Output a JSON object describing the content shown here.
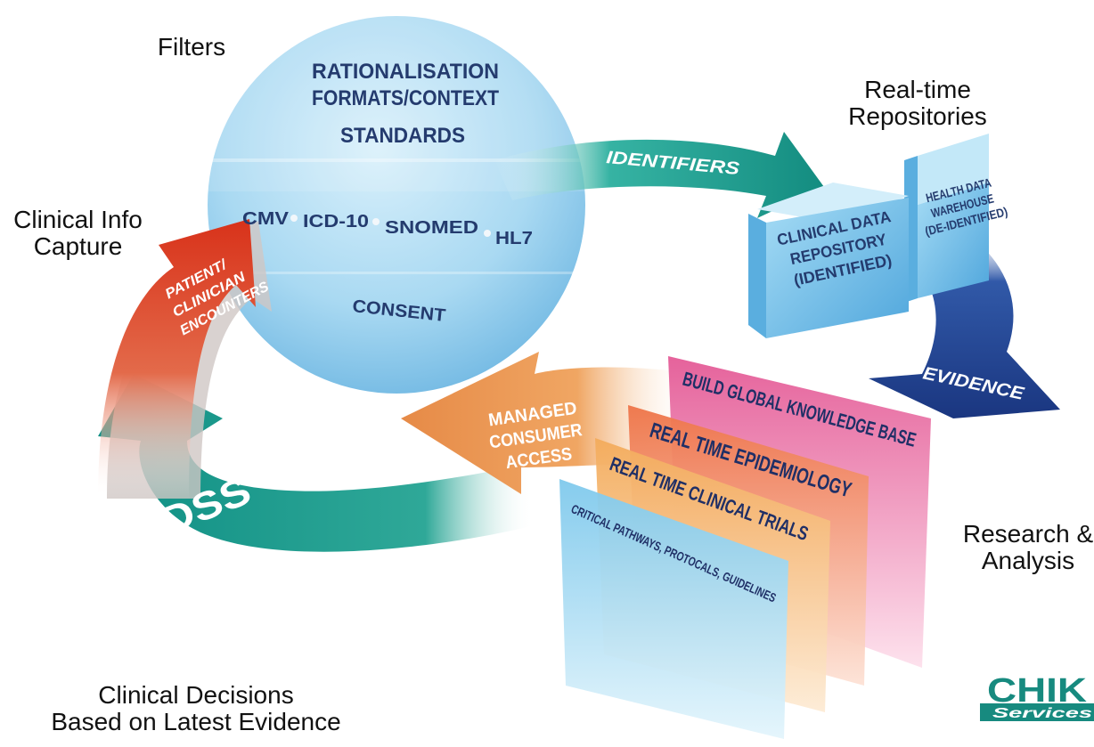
{
  "labels": {
    "filters": "Filters",
    "realtime_repos_line1": "Real-time",
    "realtime_repos_line2": "Repositories",
    "clinical_info_line1": "Clinical Info",
    "clinical_info_line2": "Capture",
    "research_line1": "Research &",
    "research_line2": "Analysis",
    "decisions_line1": "Clinical Decisions",
    "decisions_line2": "Based on Latest Evidence"
  },
  "circle": {
    "line1": "RATIONALISATION",
    "line2": "FORMATS/CONTEXT",
    "line3": "STANDARDS",
    "standards": [
      "CMV",
      "ICD-10",
      "SNOMED",
      "HL7"
    ],
    "consent": "CONSENT"
  },
  "arrows": {
    "identifiers": "IDENTIFIERS",
    "evidence": "EVIDENCE",
    "cdss": "CDSS",
    "encounters_line1": "PATIENT/",
    "encounters_line2": "CLINICIAN",
    "encounters_line3": "ENCOUNTERS",
    "consumer_line1": "MANAGED",
    "consumer_line2": "CONSUMER",
    "consumer_line3": "ACCESS"
  },
  "repositories": {
    "clinical_line1": "CLINICAL DATA",
    "clinical_line2": "REPOSITORY",
    "clinical_line3": "(IDENTIFIED)",
    "warehouse_line1": "HEALTH DATA",
    "warehouse_line2": "WAREHOUSE",
    "warehouse_line3": "(DE-IDENTIFIED)"
  },
  "panels": [
    "BUILD GLOBAL KNOWLEDGE BASE",
    "REAL TIME EPIDEMIOLOGY",
    "REAL TIME CLINICAL TRIALS",
    "CRITICAL PATHWAYS, PROTOCALS, GUIDELINES"
  ],
  "logo": {
    "top": "CHIK",
    "bottom": "Services"
  },
  "colors": {
    "circle": "#9fd3f0",
    "teal": "#1a9a8a",
    "red": "#e0452a",
    "orange": "#eb9a5a",
    "navy": "#1f3f8a",
    "pink": "#e8609a",
    "salmon": "#ef7f55",
    "peach": "#f4b266",
    "cyan": "#8fd0ee"
  }
}
